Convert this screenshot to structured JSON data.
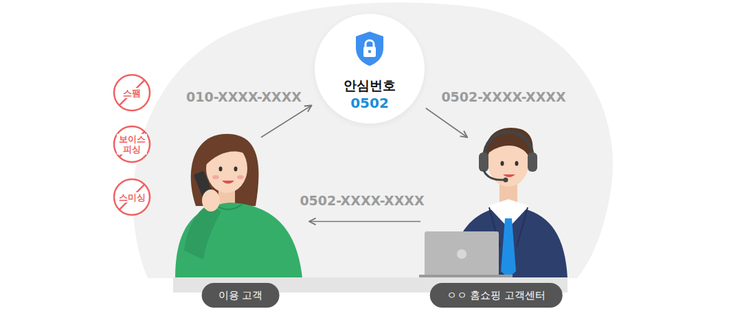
{
  "diagram": {
    "nodes": [
      {
        "text": [
          "안심번호",
          "0502"
        ]
      },
      {
        "text": [
          "이용 고객"
        ]
      },
      {
        "text": [
          "ㅇㅇ 홈쇼핑 고객센터"
        ]
      },
      {
        "text": [
          "스팸"
        ]
      },
      {
        "text": [
          "보이스 피싱"
        ]
      },
      {
        "text": [
          "스미싱"
        ]
      }
    ],
    "edges": [
      {
        "from": 1,
        "to": 0,
        "arrow": "to",
        "label": "010-XXXX-XXXX"
      },
      {
        "from": 0,
        "to": 2,
        "arrow": "to",
        "label": "0502-XXXX-XXXX"
      },
      {
        "from": 2,
        "to": 1,
        "arrow": "to",
        "label": "0502-XXXX-XXXX"
      }
    ]
  }
}
